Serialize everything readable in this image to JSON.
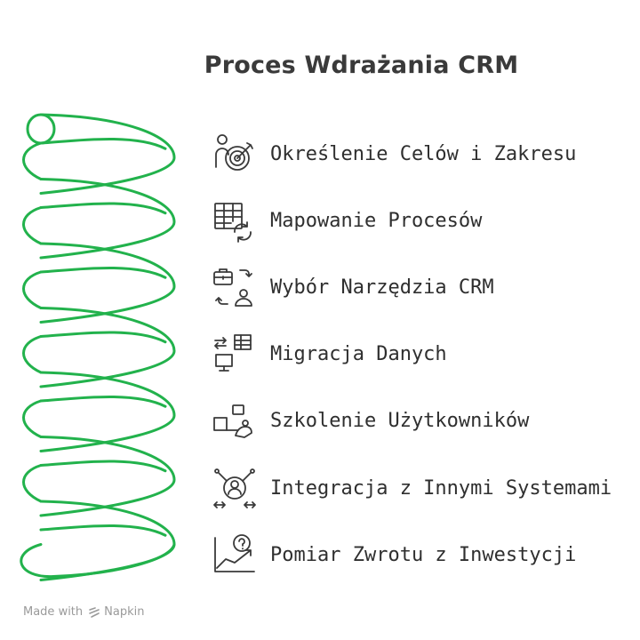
{
  "title": "Proces Wdrażania CRM",
  "accent_color": "#22b24c",
  "steps": [
    {
      "label": "Określenie Celów i Zakresu",
      "icon": "person-target-icon"
    },
    {
      "label": "Mapowanie Procesów",
      "icon": "table-refresh-icon"
    },
    {
      "label": "Wybór Narzędzia CRM",
      "icon": "briefcase-user-swap-icon"
    },
    {
      "label": "Migracja Danych",
      "icon": "data-transfer-monitor-icon"
    },
    {
      "label": "Szkolenie Użytkowników",
      "icon": "training-icon"
    },
    {
      "label": "Integracja z Innymi Systemami",
      "icon": "network-user-icon"
    },
    {
      "label": "Pomiar Zwrotu z Inwestycji",
      "icon": "growth-chart-question-icon"
    }
  ],
  "footer": {
    "made_with": "Made with",
    "brand": "Napkin"
  }
}
